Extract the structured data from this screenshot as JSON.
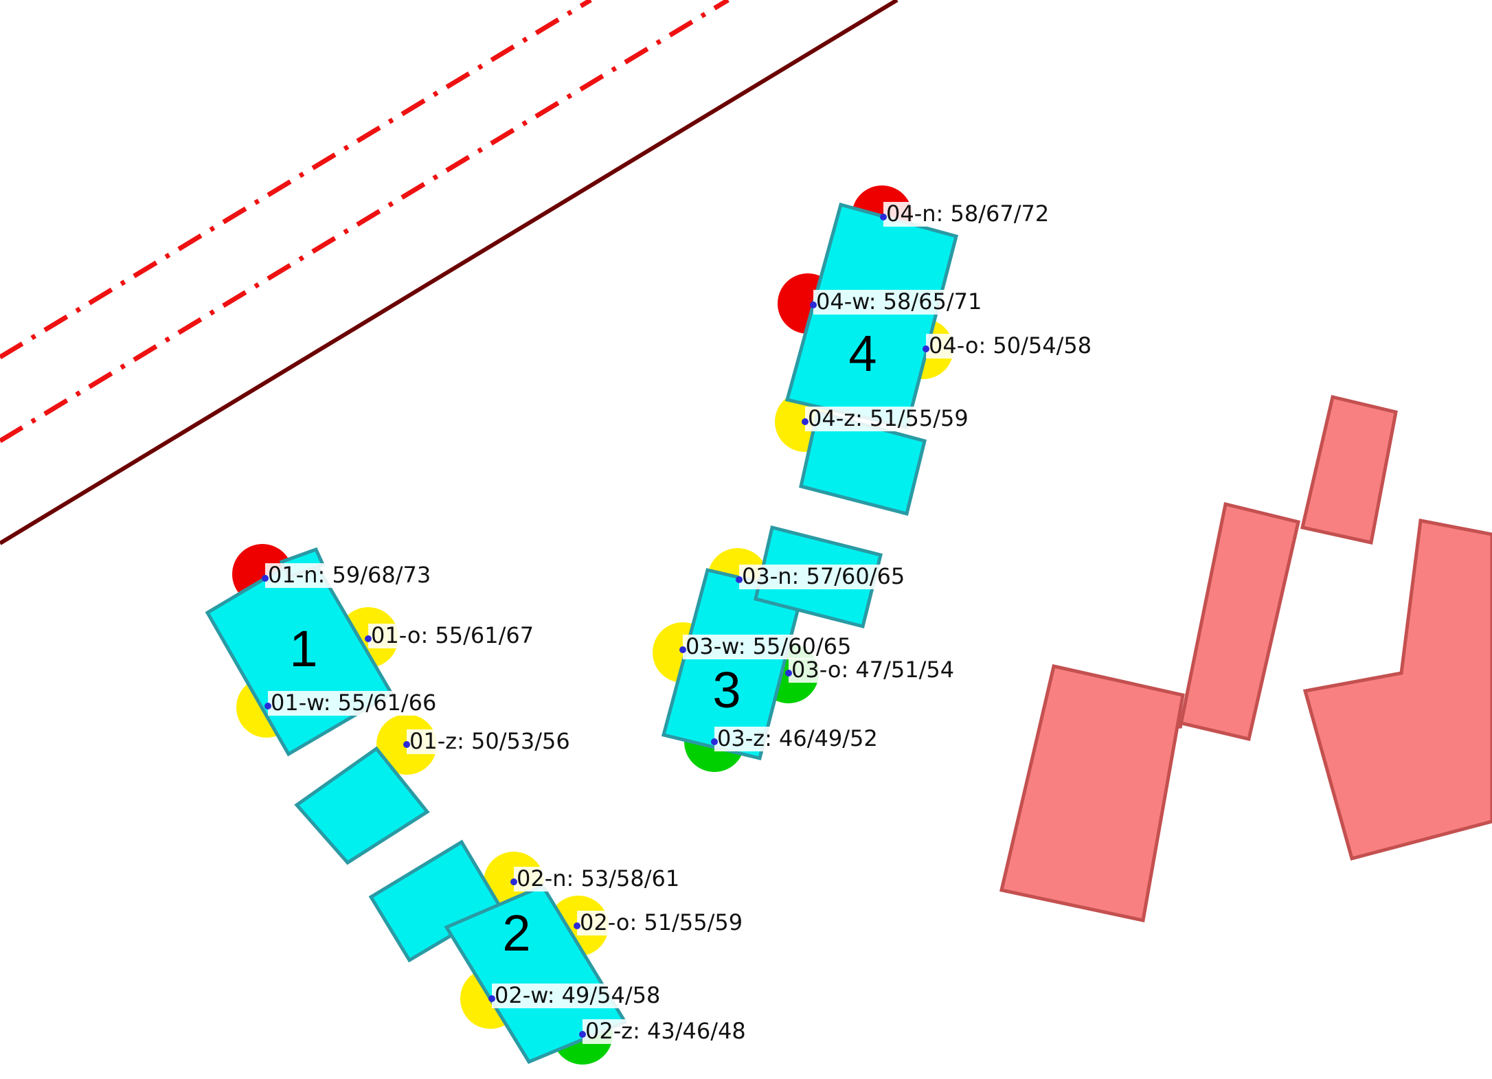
{
  "colors": {
    "background": "#ffffff",
    "building": "#00f0f0",
    "building_stroke": "#2a9aa4",
    "neighbour": "#f98080",
    "neighbour_stroke": "#c45050",
    "road_line": "#6b0000",
    "dashdot_line": "#ee1111",
    "marker": "#2a2ad8",
    "level_high": "#ee0000",
    "level_mid": "#ffee00",
    "level_low": "#00d000"
  },
  "buildings": [
    {
      "number": "1"
    },
    {
      "number": "2"
    },
    {
      "number": "3"
    },
    {
      "number": "4"
    }
  ],
  "receivers": [
    {
      "label": "01-n: 59/68/73",
      "level": "high"
    },
    {
      "label": "01-o: 55/61/67",
      "level": "mid"
    },
    {
      "label": "01-w: 55/61/66",
      "level": "mid"
    },
    {
      "label": "01-z: 50/53/56",
      "level": "mid"
    },
    {
      "label": "02-n: 53/58/61",
      "level": "mid"
    },
    {
      "label": "02-o: 51/55/59",
      "level": "mid"
    },
    {
      "label": "02-w: 49/54/58",
      "level": "mid"
    },
    {
      "label": "02-z: 43/46/48",
      "level": "low"
    },
    {
      "label": "03-n: 57/60/65",
      "level": "mid"
    },
    {
      "label": "03-w: 55/60/65",
      "level": "mid"
    },
    {
      "label": "03-o: 47/51/54",
      "level": "low"
    },
    {
      "label": "03-z: 46/49/52",
      "level": "low"
    },
    {
      "label": "04-n: 58/67/72",
      "level": "high"
    },
    {
      "label": "04-w: 58/65/71",
      "level": "high"
    },
    {
      "label": "04-o: 50/54/58",
      "level": "mid"
    },
    {
      "label": "04-z: 51/55/59",
      "level": "mid"
    }
  ]
}
